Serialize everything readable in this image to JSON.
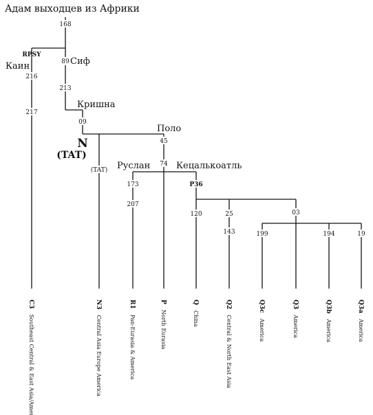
{
  "title": "Адам выходцев из Африки",
  "nodes": {
    "root": "168",
    "rpsy": "RPSY",
    "m89": "89",
    "m216": "216",
    "m217": "217",
    "m213": "213",
    "m09": "09",
    "m45": "45",
    "m74": "74",
    "tat_small": "(TAT)",
    "m173": "173",
    "m207": "207",
    "p36": "P36",
    "m120": "120",
    "m25": "25",
    "m143": "143",
    "m03": "03",
    "m199": "199",
    "m194": "194",
    "m19": "19"
  },
  "names": {
    "kain": "Каин",
    "sif": "Сиф",
    "krishna": "Кришна",
    "polo": "Поло",
    "n": "N",
    "tat": "(TAT)",
    "ruslan": "Руслан",
    "kecal": "Кецалькоатль"
  },
  "leaves": [
    {
      "code": "C3",
      "region": "Southeast Central & East Asia/America"
    },
    {
      "code": "N3",
      "region": "Central Asia Europe America"
    },
    {
      "code": "R1",
      "region": "Pan-Eurasia & America"
    },
    {
      "code": "P",
      "region": "North Eurasia"
    },
    {
      "code": "Q",
      "region": "China"
    },
    {
      "code": "Q2",
      "region": "Central & North East Asia"
    },
    {
      "code": "Q3c",
      "region": "America"
    },
    {
      "code": "Q3",
      "region": "America"
    },
    {
      "code": "Q3b",
      "region": "America"
    },
    {
      "code": "Q3a",
      "region": "America"
    }
  ]
}
